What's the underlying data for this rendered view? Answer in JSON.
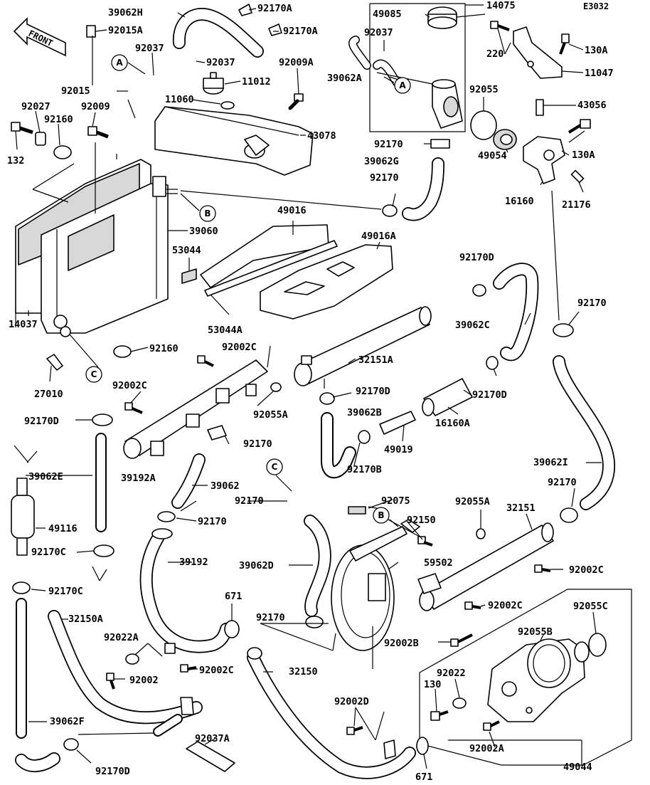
{
  "diagram": {
    "code": "E3032",
    "front_label": "FRONT",
    "labels": {
      "p39062H": "39062H",
      "p92170A_1": "92170A",
      "p92170A_2": "92170A",
      "p92015A": "92015A",
      "p92037_1": "92037",
      "p92037_2": "92037",
      "p92037_3": "92037",
      "p92009A": "92009A",
      "p11012": "11012",
      "p92015": "92015",
      "p11060": "11060",
      "p92027": "92027",
      "p92009": "92009",
      "p92160_1": "92160",
      "p132": "132",
      "p43078": "43078",
      "p49085": "49085",
      "p14075": "14075",
      "p220": "220",
      "p130A_1": "130A",
      "p11047": "11047",
      "p39062A": "39062A",
      "p92055": "92055",
      "p43056": "43056",
      "p92170_1": "92170",
      "p39062G": "39062G",
      "p92170_2": "92170",
      "p49054": "49054",
      "p130A_2": "130A",
      "p16160": "16160",
      "p21176": "21176",
      "p39060": "39060",
      "p49016": "49016",
      "p49016A": "49016A",
      "p53044": "53044",
      "p53044A": "53044A",
      "p14037": "14037",
      "p92160_2": "92160",
      "p27010": "27010",
      "p92002C_1": "92002C",
      "p92002C_2": "92002C",
      "p92055A_1": "92055A",
      "p92170D_1": "92170D",
      "p39062C": "39062C",
      "p92170_3": "92170",
      "p32151A": "32151A",
      "p92170D_2": "92170D",
      "p39062B": "39062B",
      "p92170D_3": "92170D",
      "p16160A": "16160A",
      "p49019": "49019",
      "p92170B": "92170B",
      "p92170D_4": "92170D",
      "p39062E": "39062E",
      "p39192A": "39192A",
      "p92170_4": "92170",
      "p39062": "39062",
      "p92170_5": "92170",
      "p39062I": "39062I",
      "p92170_6": "92170",
      "p49116": "49116",
      "p92075": "92075",
      "p92150": "92150",
      "p92055A_2": "92055A",
      "p32151": "32151",
      "p92170_7": "92170",
      "p92170C_1": "92170C",
      "p39192": "39192",
      "p39062D": "39062D",
      "p59502": "59502",
      "p92002C_3": "92002C",
      "p92170C_2": "92170C",
      "p671_1": "671",
      "p92002C_4": "92002C",
      "p92055C": "92055C",
      "p32150A": "32150A",
      "p92170_8": "92170",
      "p92055B": "92055B",
      "p92022A": "92022A",
      "p92002B": "92002B",
      "p92002C_5": "92002C",
      "p32150": "32150",
      "p92002": "92002",
      "p92022": "92022",
      "p130": "130",
      "p92002D": "92002D",
      "p39062F": "39062F",
      "p92037A": "92037A",
      "p92002A": "92002A",
      "p92170D_5": "92170D",
      "p671_2": "671",
      "p49044": "49044"
    },
    "callouts": {
      "a1": "A",
      "a2": "A",
      "b1": "B",
      "b2": "B",
      "c1": "C",
      "c2": "C"
    }
  }
}
